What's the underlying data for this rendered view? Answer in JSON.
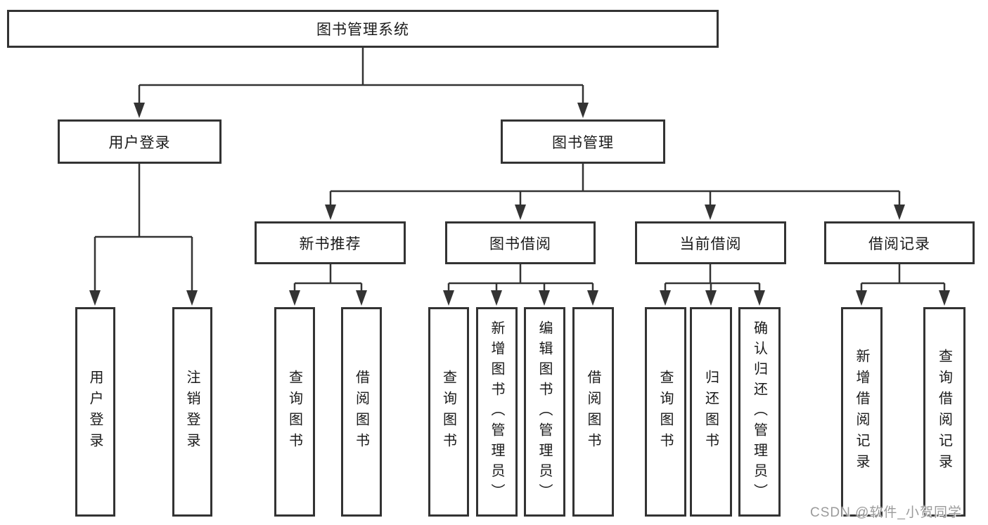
{
  "colors": {
    "line": "#333333",
    "box_border": "#333333",
    "box_background": "#ffffff",
    "text": "#1a1a1a",
    "watermark": "#9b9b9b"
  },
  "tree": {
    "label": "图书管理系统",
    "children": [
      {
        "label": "用户登录",
        "children": [
          {
            "label": "用户登录"
          },
          {
            "label": "注销登录"
          }
        ]
      },
      {
        "label": "图书管理",
        "children": [
          {
            "label": "新书推荐",
            "children": [
              {
                "label": "查询图书"
              },
              {
                "label": "借阅图书"
              }
            ]
          },
          {
            "label": "图书借阅",
            "children": [
              {
                "label": "查询图书"
              },
              {
                "label": "新增图书（管理员）"
              },
              {
                "label": "编辑图书（管理员）"
              },
              {
                "label": "借阅图书"
              }
            ]
          },
          {
            "label": "当前借阅",
            "children": [
              {
                "label": "查询图书"
              },
              {
                "label": "归还图书"
              },
              {
                "label": "确认归还（管理员）"
              }
            ]
          },
          {
            "label": "借阅记录",
            "children": [
              {
                "label": "新增借阅记录"
              },
              {
                "label": "查询借阅记录"
              }
            ]
          }
        ]
      }
    ]
  },
  "watermark": "CSDN @软件_小贺同学"
}
